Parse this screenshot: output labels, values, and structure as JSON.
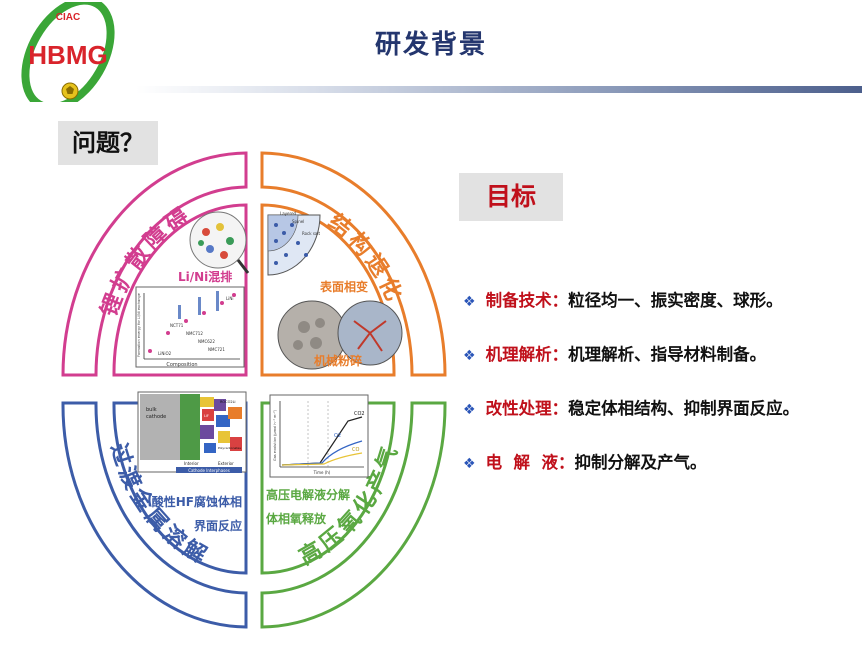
{
  "logo": {
    "top_text": "CIAC",
    "main_text": "HBMG",
    "ring_color": "#3aa637",
    "text_color": "#d9242b"
  },
  "header": {
    "title": "研发背景"
  },
  "problem": {
    "label": "问题？"
  },
  "goal": {
    "label": "目标"
  },
  "quadrants": {
    "top_left": {
      "title": "锂扩散障碍",
      "color": "#d23d8f",
      "caption": "Li/Ni混排",
      "chart_labels": [
        "LiNi",
        "NCT71",
        "LiNiO2",
        "NMC712",
        "NMC622",
        "NMC721"
      ],
      "axis_x": "Composition",
      "axis_y": "Formation energy for Li/Ni exchange"
    },
    "top_right": {
      "title": "结构退化",
      "color": "#e87d2b",
      "caption1": "表面相变",
      "caption2": "机械粉碎",
      "mini_labels": [
        "Layered",
        "Spinel",
        "Rock salt"
      ]
    },
    "bottom_left": {
      "title": "过渡金属溶解",
      "color": "#3c5ca8",
      "caption1": "酸性HF腐蚀体相",
      "caption2": "界面反应",
      "mini_labels": [
        "bulk",
        "cathode",
        "Interior",
        "Exterior",
        "Cathode Interphases",
        "ROCO2Li",
        "LiF",
        "Polycarbonates"
      ]
    },
    "bottom_right": {
      "title": "高压氧化产气",
      "color": "#5aa842",
      "caption1": "高压电解液分解",
      "caption2": "体相氧释放",
      "mini_labels": [
        "CO2",
        "O2",
        "CO",
        "Time (h)",
        "Gas evolution (μmol h⁻¹ m⁻²)"
      ]
    }
  },
  "goals": [
    {
      "key": "制备技术：",
      "value": "粒径均一、振实密度、球形。"
    },
    {
      "key": "机理解析：",
      "value": "机理解析、指导材料制备。"
    },
    {
      "key": "改性处理：",
      "value": "稳定体相结构、抑制界面反应。"
    },
    {
      "key": "电  解  液：",
      "value": "抑制分解及产气。"
    }
  ],
  "colors": {
    "title": "#24366e",
    "goal_key": "#c0101b",
    "bullet": "#2a55b8"
  }
}
